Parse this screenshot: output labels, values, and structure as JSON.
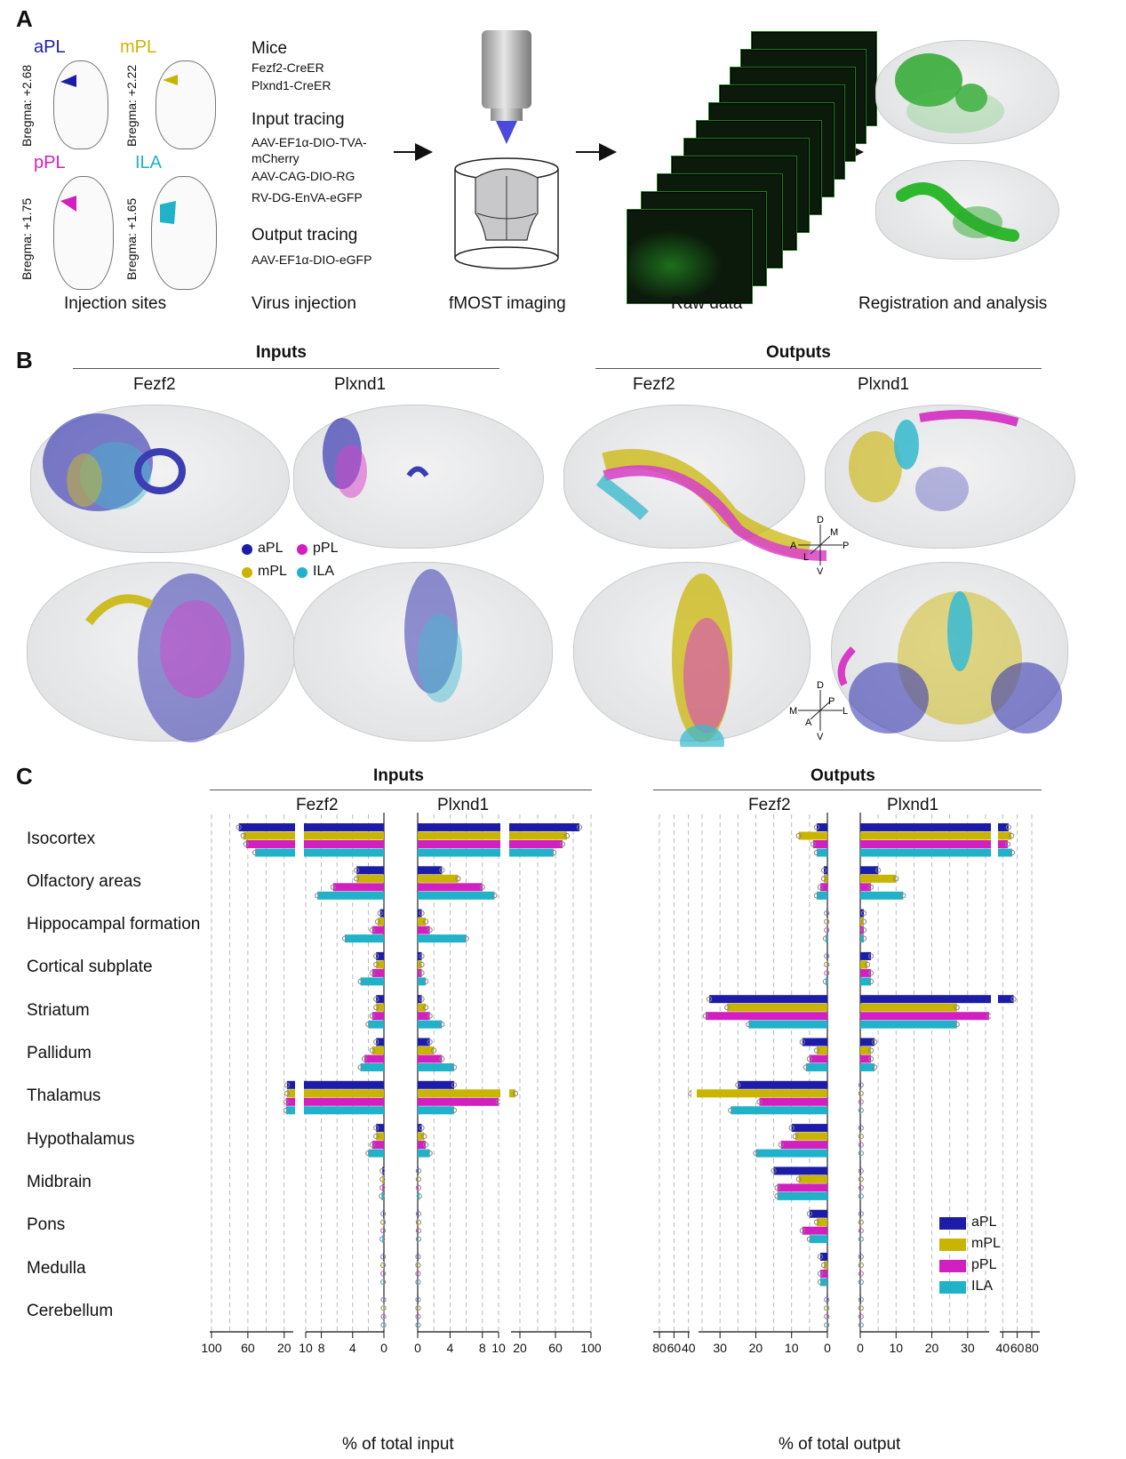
{
  "panelA": {
    "letter": "A",
    "injection_sites": [
      {
        "name": "aPL",
        "bregma": "Bregma: +2.68",
        "color": "#1c1ca8"
      },
      {
        "name": "mPL",
        "bregma": "Bregma: +2.22",
        "color": "#c9b400"
      },
      {
        "name": "pPL",
        "bregma": "Bregma: +1.75",
        "color": "#d21fc0"
      },
      {
        "name": "ILA",
        "bregma": "Bregma: +1.65",
        "color": "#1fb2c9"
      }
    ],
    "virus": {
      "mice_title": "Mice",
      "mice": [
        "Fezf2-CreER",
        "Plxnd1-CreER"
      ],
      "input_title": "Input tracing",
      "input_lines": [
        "AAV-EF1α-DIO-TVA-",
        "mCherry",
        "AAV-CAG-DIO-RG",
        "RV-DG-EnVA-eGFP"
      ],
      "output_title": "Output tracing",
      "output_lines": [
        "AAV-EF1α-DIO-eGFP"
      ]
    },
    "captions": [
      "Injection sites",
      "Virus injection",
      "fMOST imaging",
      "Raw data",
      "Registration and analysis"
    ]
  },
  "panelB": {
    "letter": "B",
    "inputs_title": "Inputs",
    "outputs_title": "Outputs",
    "sub": [
      "Fezf2",
      "Plxnd1",
      "Fezf2",
      "Plxnd1"
    ],
    "legend": [
      {
        "name": "aPL",
        "color": "#1c1ca8"
      },
      {
        "name": "pPL",
        "color": "#d21fc0"
      },
      {
        "name": "mPL",
        "color": "#c9b400"
      },
      {
        "name": "ILA",
        "color": "#1fb2c9"
      }
    ],
    "axes_sagittal": {
      "d": "D",
      "v": "V",
      "a": "A",
      "p": "P",
      "m": "M",
      "l": "L"
    },
    "axes_coronal": {
      "d": "D",
      "v": "V",
      "m": "M",
      "l": "L",
      "p": "P",
      "a": "A"
    }
  },
  "panelC": {
    "letter": "C",
    "inputs_title": "Inputs",
    "outputs_title": "Outputs",
    "groups": [
      "Fezf2",
      "Plxnd1",
      "Fezf2",
      "Plxnd1"
    ],
    "x_label_inputs": "% of total input",
    "x_label_outputs": "% of total output",
    "ticks_in_fezf2_a": [
      "100",
      "60",
      "20"
    ],
    "ticks_in_fezf2_b": [
      "10",
      "8",
      "4",
      "0"
    ],
    "ticks_in_plx_a": [
      "0",
      "4",
      "8",
      "10"
    ],
    "ticks_in_plx_b": [
      "20",
      "60",
      "100"
    ],
    "ticks_out_fezf2_a": [
      "80",
      "60",
      "40"
    ],
    "ticks_out_fezf2_b": [
      "30",
      "20",
      "10",
      "0"
    ],
    "ticks_out_plx_a": [
      "0",
      "10",
      "20",
      "30"
    ],
    "ticks_out_plx_b": [
      "40",
      "60",
      "80"
    ],
    "legend": [
      "aPL",
      "mPL",
      "pPL",
      "ILA"
    ],
    "colors": {
      "aPL": "#1c1ca8",
      "mPL": "#c9b400",
      "pPL": "#d21fc0",
      "ILA": "#1fb2c9"
    }
  },
  "chart_data": [
    {
      "type": "bar",
      "title": "Inputs",
      "xlabel": "% of total input",
      "categories": [
        "Isocortex",
        "Olfactory areas",
        "Hippocampal formation",
        "Cortical subplate",
        "Striatum",
        "Pallidum",
        "Thalamus",
        "Hypothalamus",
        "Midbrain",
        "Pons",
        "Medulla",
        "Cerebellum"
      ],
      "groups": [
        {
          "name": "Fezf2",
          "series": [
            {
              "name": "aPL",
              "values": [
                70,
                3.5,
                0.5,
                1.0,
                1.0,
                1.0,
                17,
                1.0,
                0.2,
                0.1,
                0.1,
                0.05
              ]
            },
            {
              "name": "mPL",
              "values": [
                65,
                3.5,
                0.8,
                1.0,
                1.0,
                1.5,
                17,
                1.0,
                0.2,
                0.1,
                0.1,
                0.05
              ]
            },
            {
              "name": "pPL",
              "values": [
                62,
                6.5,
                1.5,
                1.5,
                1.5,
                2.5,
                18,
                1.5,
                0.2,
                0.1,
                0.1,
                0.05
              ]
            },
            {
              "name": "ILA",
              "values": [
                52,
                8.5,
                5.0,
                3.0,
                2.0,
                3.0,
                18,
                2.0,
                0.3,
                0.2,
                0.1,
                0.05
              ]
            }
          ]
        },
        {
          "name": "Plxnd1",
          "series": [
            {
              "name": "aPL",
              "values": [
                87,
                3.0,
                0.5,
                0.5,
                0.5,
                1.5,
                4.5,
                0.5,
                0.1,
                0.1,
                0.05,
                0.05
              ]
            },
            {
              "name": "mPL",
              "values": [
                73,
                5.0,
                1.0,
                0.5,
                1.0,
                2.0,
                15,
                0.8,
                0.1,
                0.1,
                0.05,
                0.05
              ]
            },
            {
              "name": "pPL",
              "values": [
                68,
                8.0,
                1.5,
                0.5,
                1.5,
                3.0,
                10,
                1.0,
                0.1,
                0.1,
                0.05,
                0.05
              ]
            },
            {
              "name": "ILA",
              "values": [
                58,
                9.5,
                6.0,
                1.0,
                3.0,
                4.5,
                4.5,
                1.5,
                0.2,
                0.1,
                0.05,
                0.05
              ]
            }
          ]
        }
      ]
    },
    {
      "type": "bar",
      "title": "Outputs",
      "xlabel": "% of total output",
      "categories": [
        "Isocortex",
        "Olfactory areas",
        "Hippocampal formation",
        "Cortical subplate",
        "Striatum",
        "Pallidum",
        "Thalamus",
        "Hypothalamus",
        "Midbrain",
        "Pons",
        "Medulla",
        "Cerebellum"
      ],
      "groups": [
        {
          "name": "Fezf2",
          "series": [
            {
              "name": "aPL",
              "values": [
                3,
                1,
                0.2,
                0.2,
                33,
                7,
                25,
                10,
                15,
                5,
                2,
                0.2
              ]
            },
            {
              "name": "mPL",
              "values": [
                8,
                1,
                0.2,
                0.2,
                28,
                3,
                37,
                9,
                8,
                3,
                1,
                0.2
              ]
            },
            {
              "name": "pPL",
              "values": [
                4,
                2,
                0.2,
                0.2,
                34,
                5,
                19,
                13,
                14,
                7,
                2,
                0.2
              ]
            },
            {
              "name": "ILA",
              "values": [
                3,
                3,
                0.5,
                0.5,
                22,
                6,
                27,
                20,
                14,
                5,
                2,
                0.2
              ]
            }
          ]
        },
        {
          "name": "Plxnd1",
          "series": [
            {
              "name": "aPL",
              "values": [
                48,
                5,
                1,
                3,
                55,
                4,
                0.2,
                0.2,
                0.2,
                0.2,
                0.2,
                0.2
              ]
            },
            {
              "name": "mPL",
              "values": [
                52,
                10,
                1,
                2,
                27,
                3,
                0.2,
                0.2,
                0.2,
                0.2,
                0.2,
                0.2
              ]
            },
            {
              "name": "pPL",
              "values": [
                47,
                3,
                1,
                3,
                36,
                3,
                0.2,
                0.2,
                0.2,
                0.2,
                0.2,
                0.2
              ]
            },
            {
              "name": "ILA",
              "values": [
                53,
                12,
                1,
                3,
                27,
                4,
                0.2,
                0.2,
                0.2,
                0.2,
                0.2,
                0.2
              ]
            }
          ]
        }
      ]
    }
  ]
}
